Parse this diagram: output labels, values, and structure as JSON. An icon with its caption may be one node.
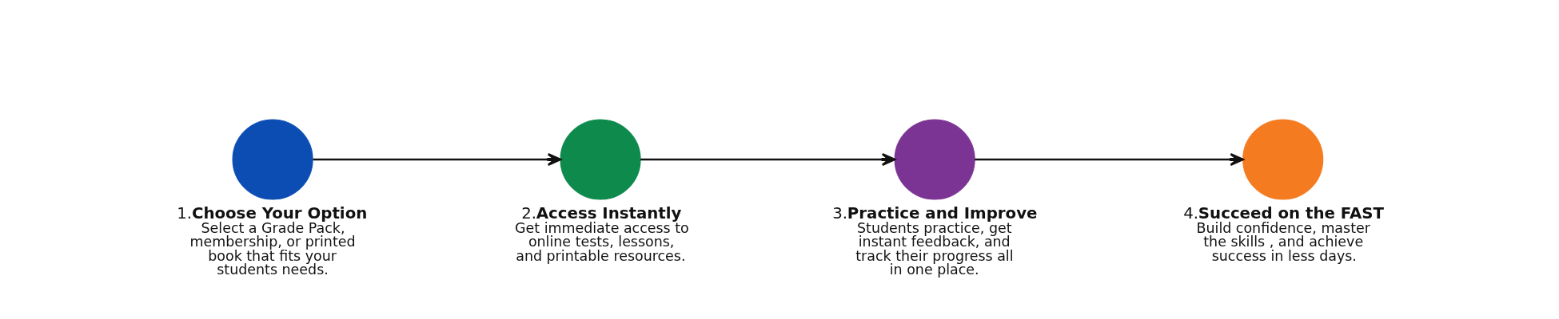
{
  "diagram": {
    "nodes": [
      {
        "text": [
          "1.**Choose Your Option**",
          "Select a Grade Pack, membership, or printed book that fits your students needs."
        ]
      },
      {
        "text": [
          "2.**Access Instantly**",
          "Get immediate access to online tests, lessons, and printable resources."
        ]
      },
      {
        "text": [
          "3.**Practice and Improve**",
          "Students practice, get instant feedback, and track their progress all in one place."
        ]
      },
      {
        "text": [
          "4.**Succeed on the FAST**",
          "Build confidence, master the skills , and achieve success in less days."
        ]
      }
    ],
    "edges": [
      {
        "from": 0,
        "to": 1,
        "arrow": "to"
      },
      {
        "from": 1,
        "to": 2,
        "arrow": "to"
      },
      {
        "from": 2,
        "to": 3,
        "arrow": "to"
      }
    ]
  }
}
